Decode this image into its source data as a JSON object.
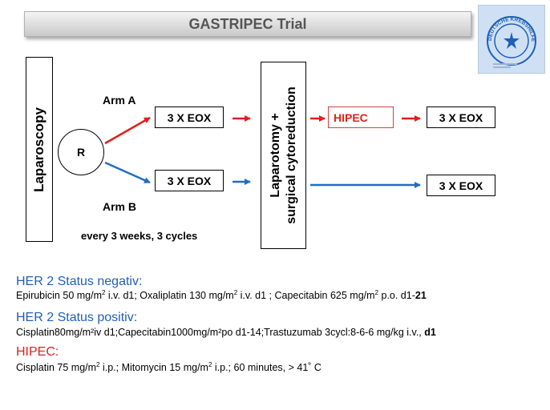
{
  "title": "GASTRIPEC Trial",
  "logo": {
    "text": "DEUTSCHE KREBSHILFE"
  },
  "diagram": {
    "laparoscopy": "Laparoscopy",
    "randomize": "R",
    "arm_a": "Arm A",
    "arm_b": "Arm B",
    "eox_a": "3 X EOX",
    "eox_b": "3 X EOX",
    "laparotomy_line1": "Laparotomy +",
    "laparotomy_line2": "surgical cytoreduction",
    "hipec": "HIPEC",
    "eox_post_a": "3 X EOX",
    "eox_post_b": "3 X EOX",
    "schedule": "every 3 weeks, 3 cycles",
    "colors": {
      "red": "#e0201c",
      "blue": "#1f6ec2",
      "hipec_border": "#d94040"
    }
  },
  "sections": {
    "her2_neg": {
      "heading": "HER 2 Status negativ:",
      "p1": "Epirubicin 50 mg/m",
      "s1": "2",
      "p2": " i.v. d1; Oxaliplatin 130 mg/m",
      "s2": "2",
      "p3": " i.v. d1 ; Capecitabin 625 mg/m",
      "s3": "2",
      "p4": " p.o. d1-",
      "p5": "21"
    },
    "her2_pos": {
      "heading": "HER 2 Status positiv:",
      "p1": "Cisplatin80mg/m²iv d1;Capecitabin1000mg/m²po d1-14;Trastuzumab 3cycl:8-6-6 mg/kg i.v., ",
      "p2": "d1"
    },
    "hipec": {
      "heading": "HIPEC:",
      "p1": "Cisplatin 75 mg/m",
      "s1": "2",
      "p2": " i.p.; Mitomycin 15 mg/m",
      "s2": "2",
      "p3": " i.p.; 60 minutes, > 41˚ C"
    },
    "colors": {
      "heading_blue": "#1f5fb8",
      "heading_red": "#e0201c"
    }
  }
}
